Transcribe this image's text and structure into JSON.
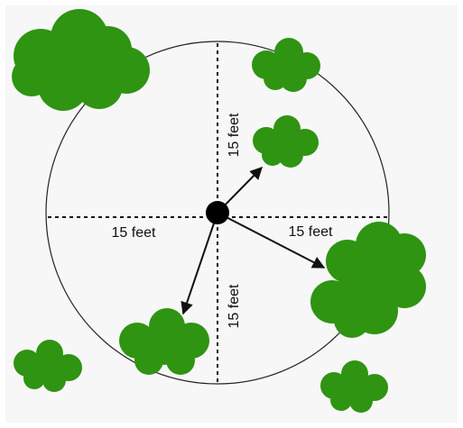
{
  "diagram": {
    "labels": {
      "up": "15 feet",
      "left": "15 feet",
      "right": "15 feet",
      "down": "15 feet"
    }
  },
  "colors": {
    "background": "#f7f7f7",
    "bush": "#2e9412",
    "circle_stroke": "#222222",
    "dashed_line": "#111111",
    "center_dot": "#000000",
    "arrow": "#111111"
  },
  "icons": {
    "bush": "bush-icon",
    "center": "center-dot-icon",
    "arrow": "arrow-icon"
  }
}
